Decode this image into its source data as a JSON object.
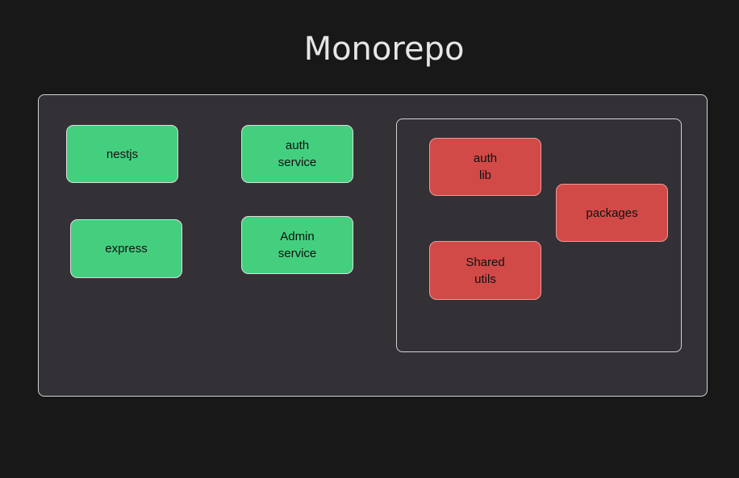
{
  "title": "Monorepo",
  "colors": {
    "background": "#181818",
    "container": "#333036",
    "app": "#44cf7f",
    "package": "#d14a47"
  },
  "apps": [
    {
      "label": "nestjs"
    },
    {
      "label": "auth\nservice"
    },
    {
      "label": "express"
    },
    {
      "label": "Admin\nservice"
    }
  ],
  "packages_group": {
    "items": [
      {
        "label": "auth\nlib"
      },
      {
        "label": "packages"
      },
      {
        "label": "Shared\nutils"
      }
    ]
  }
}
